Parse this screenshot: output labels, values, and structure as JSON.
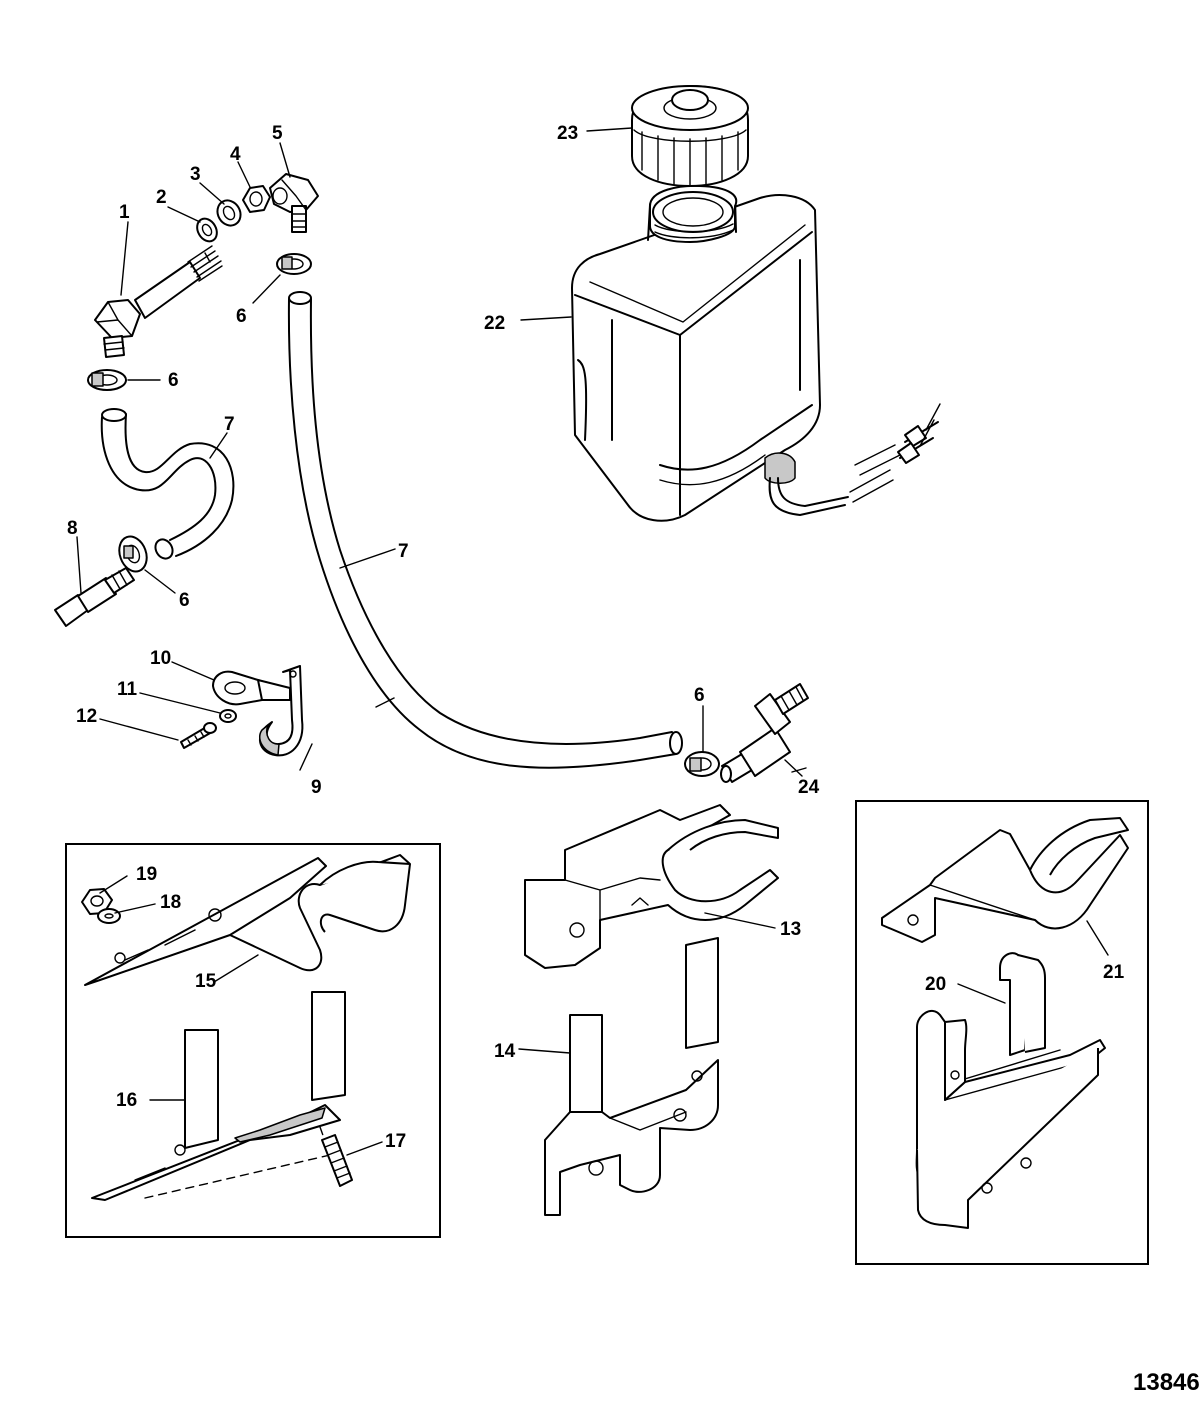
{
  "diagram": {
    "figure_number": "13846",
    "callouts": {
      "c1": "1",
      "c2": "2",
      "c3": "3",
      "c4": "4",
      "c5": "5",
      "c6a": "6",
      "c6b": "6",
      "c6c": "6",
      "c6d": "6",
      "c7a": "7",
      "c7b": "7",
      "c8": "8",
      "c9": "9",
      "c10": "10",
      "c11": "11",
      "c12": "12",
      "c13": "13",
      "c14": "14",
      "c15": "15",
      "c16": "16",
      "c17": "17",
      "c18": "18",
      "c19": "19",
      "c20": "20",
      "c21": "21",
      "c22": "22",
      "c23": "23",
      "c24": "24"
    }
  }
}
